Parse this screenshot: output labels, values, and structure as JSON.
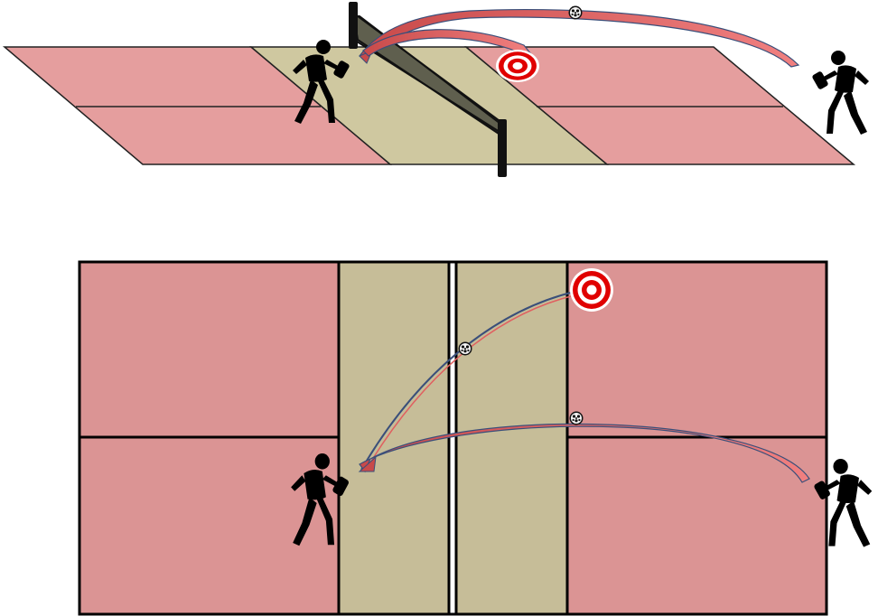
{
  "colors": {
    "background": "#ffffff",
    "court_outer": "#e59e9e",
    "court_outer_top_view": "#db9494",
    "kitchen_zone": "#cfc8a0",
    "kitchen_zone_top_view": "#c6bd98",
    "line": "#000000",
    "net_panel": "#5f5f4e",
    "shot_trail_fill": "#e06060",
    "shot_trail_edge": "#3a4f7a",
    "target_red": "#e00000",
    "target_white": "#ffffff",
    "player": "#000000",
    "ball": "#111111"
  },
  "icons": {
    "player": "player-with-paddle-icon",
    "ball": "pickleball-icon",
    "target": "bullseye-target-icon",
    "net": "net-icon"
  },
  "diagrams": [
    {
      "view": "perspective",
      "players": 2,
      "balls": 1,
      "targets": 1,
      "shots": 2
    },
    {
      "view": "top-down",
      "players": 2,
      "balls": 2,
      "targets": 1,
      "shots": 2
    }
  ]
}
